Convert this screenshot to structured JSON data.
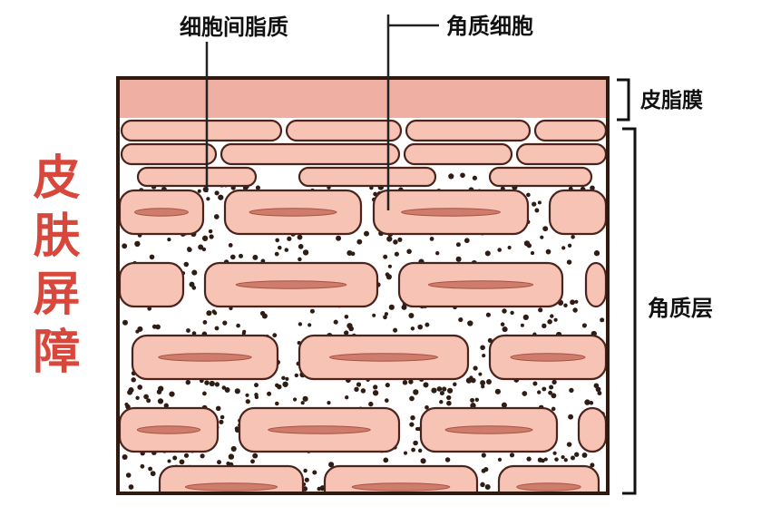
{
  "title": {
    "text": "皮肤屏障"
  },
  "labels": {
    "intercellular_lipids": "细胞间脂质",
    "corneocyte": "角质细胞",
    "sebum_film": "皮脂膜",
    "stratum_corneum": "角质层"
  },
  "colors": {
    "background": "#ffffff",
    "title_color": "#d8473c",
    "band": "#efb0a3",
    "cell_fill": "#f6c3b5",
    "cell_stroke": "#4a241c",
    "lens_fill": "#ce7c6b",
    "lens_stroke": "#a85243",
    "dot": "#2f1c14",
    "border": "#301a10",
    "line": "#222222",
    "bracket": "#111111",
    "label_text": "#111111"
  }
}
